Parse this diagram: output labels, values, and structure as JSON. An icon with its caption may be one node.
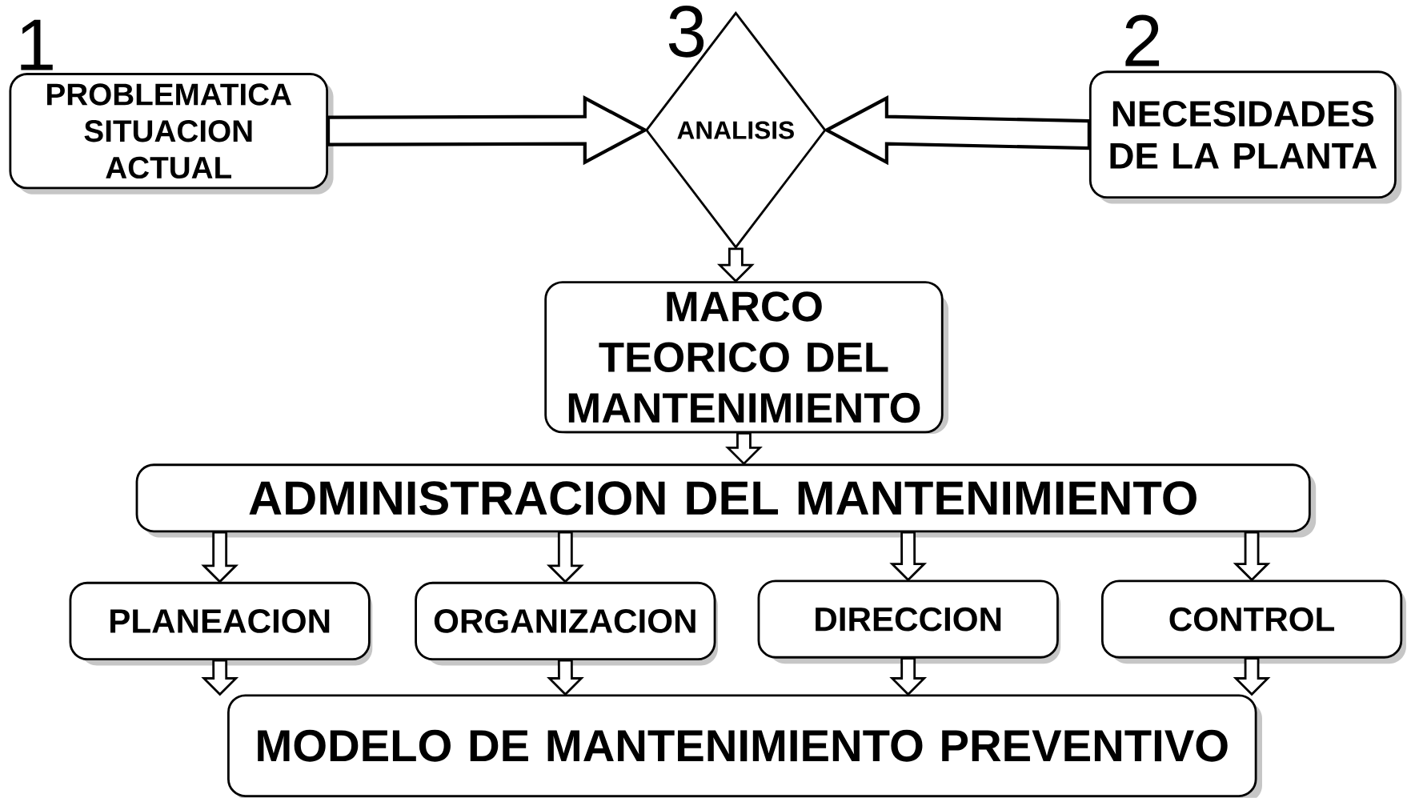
{
  "diagram": {
    "nodes": [
      {
        "text": [
          "PROBLEMATICA SITUACION ACTUAL"
        ],
        "beside": [
          "1"
        ]
      },
      {
        "text": [
          "ANALISIS"
        ],
        "beside": [
          "3"
        ]
      },
      {
        "text": [
          "NECESIDADES DE LA PLANTA"
        ],
        "beside": [
          "2"
        ]
      },
      {
        "text": [
          "MARCO TEORICO DEL MANTENIMIENTO"
        ]
      },
      {
        "text": [
          "ADMINISTRACION DEL MANTENIMIENTO"
        ]
      },
      {
        "text": [
          "PLANEACION"
        ]
      },
      {
        "text": [
          "ORGANIZACION"
        ]
      },
      {
        "text": [
          "DIRECCION"
        ]
      },
      {
        "text": [
          "CONTROL"
        ]
      },
      {
        "text": [
          "MODELO DE MANTENIMIENTO PREVENTIVO"
        ]
      }
    ],
    "edges": [
      {
        "from": 0,
        "to": 1,
        "arrow": "to",
        "style": "thick"
      },
      {
        "from": 2,
        "to": 1,
        "arrow": "to",
        "style": "thick"
      },
      {
        "from": 1,
        "to": 3,
        "arrow": "to"
      },
      {
        "from": 3,
        "to": 4,
        "arrow": "to"
      },
      {
        "from": 4,
        "to": 5,
        "arrow": "to"
      },
      {
        "from": 4,
        "to": 6,
        "arrow": "to"
      },
      {
        "from": 4,
        "to": 7,
        "arrow": "to"
      },
      {
        "from": 4,
        "to": 8,
        "arrow": "to"
      },
      {
        "from": 5,
        "to": 9,
        "arrow": "to"
      },
      {
        "from": 6,
        "to": 9,
        "arrow": "to"
      },
      {
        "from": 7,
        "to": 9,
        "arrow": "to"
      },
      {
        "from": 8,
        "to": 9,
        "arrow": "to"
      }
    ]
  }
}
